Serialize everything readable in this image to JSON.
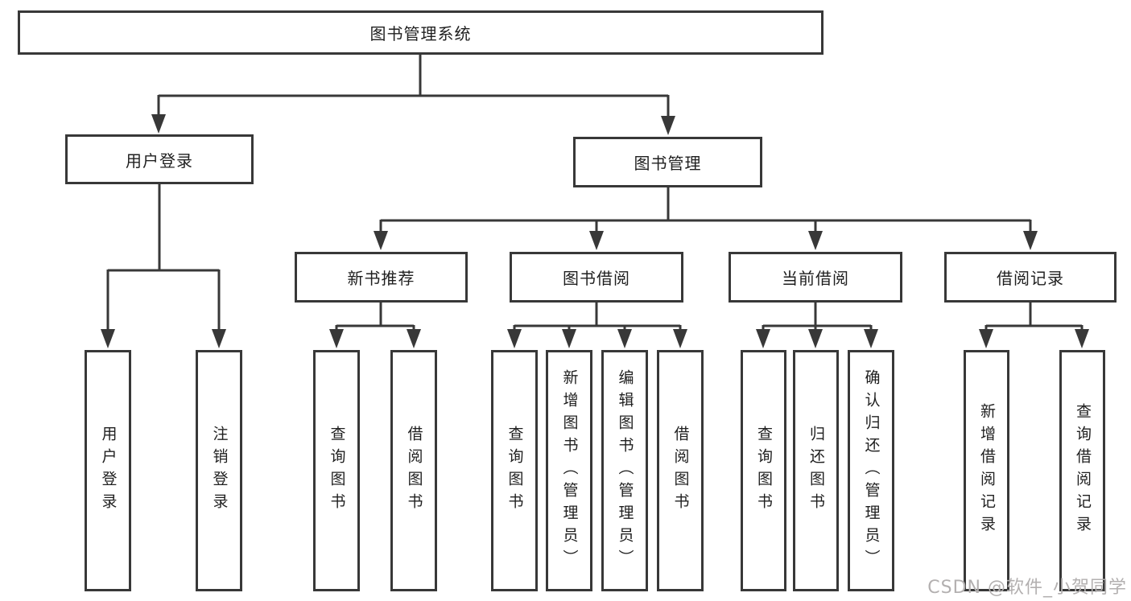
{
  "diagram": {
    "tree": {
      "label": "图书管理系统",
      "children": [
        {
          "label": "用户登录",
          "children": [
            {
              "label": "用户登录"
            },
            {
              "label": "注销登录"
            }
          ]
        },
        {
          "label": "图书管理",
          "children": [
            {
              "label": "新书推荐",
              "children": [
                {
                  "label": "查询图书"
                },
                {
                  "label": "借阅图书"
                }
              ]
            },
            {
              "label": "图书借阅",
              "children": [
                {
                  "label": "查询图书"
                },
                {
                  "label": "新增图书（管理员）"
                },
                {
                  "label": "编辑图书（管理员）"
                },
                {
                  "label": "借阅图书"
                }
              ]
            },
            {
              "label": "当前借阅",
              "children": [
                {
                  "label": "查询图书"
                },
                {
                  "label": "归还图书"
                },
                {
                  "label": "确认归还（管理员）"
                }
              ]
            },
            {
              "label": "借阅记录",
              "children": [
                {
                  "label": "新增借阅记录"
                },
                {
                  "label": "查询借阅记录"
                }
              ]
            }
          ]
        }
      ]
    }
  },
  "watermark": {
    "text": "CSDN @软件_小贺同学"
  },
  "colors": {
    "line": "#383838",
    "box_border": "#383838",
    "box_background": "#ffffff",
    "text": "#1f1f1f",
    "watermark": "#b3b0b0"
  }
}
